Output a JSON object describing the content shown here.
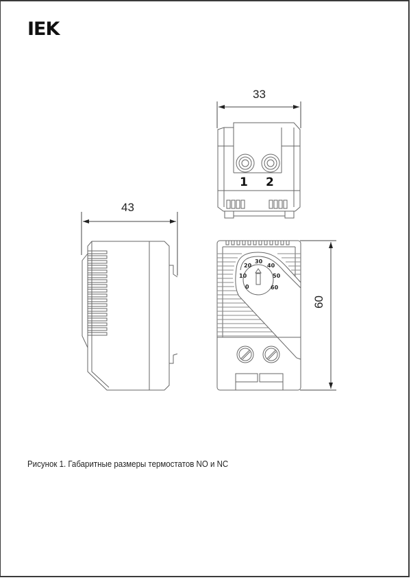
{
  "brand": {
    "logo_text": "IEK"
  },
  "figure": {
    "caption": "Рисунок 1. Габаритные размеры термостатов NO и NC",
    "dimensions": {
      "width_top_view": "33",
      "depth_side_view": "43",
      "height_front_view": "60"
    },
    "terminals": [
      "1",
      "2"
    ],
    "dial_scale": [
      "0",
      "10",
      "20",
      "30",
      "40",
      "50",
      "60"
    ]
  },
  "colors": {
    "line": "#555555",
    "text": "#222222",
    "border": "#3a3a3a"
  }
}
